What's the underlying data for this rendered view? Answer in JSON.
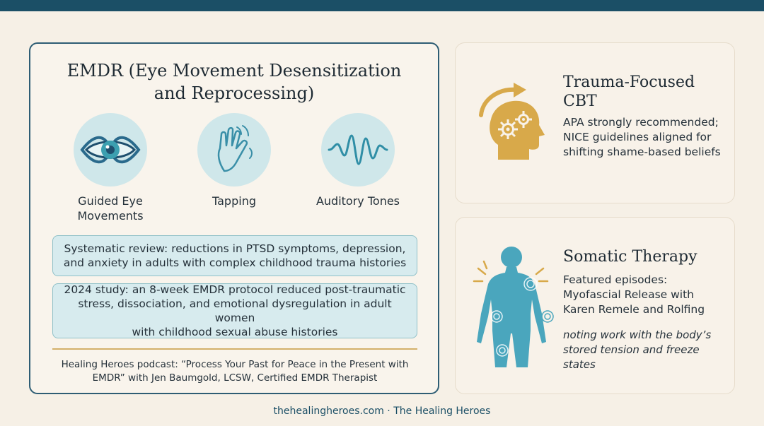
{
  "emdr": {
    "title_line1": "EMDR (Eye Movement Desensitization",
    "title_line2": "and Reprocessing)",
    "techniques": [
      {
        "label_line1": "Guided Eye",
        "label_line2": "Movements",
        "icon": "eye-icon"
      },
      {
        "label_line1": "Tapping",
        "label_line2": "",
        "icon": "tapping-hand-icon"
      },
      {
        "label_line1": "Auditory Tones",
        "label_line2": "",
        "icon": "sound-wave-icon"
      }
    ],
    "evidence": [
      {
        "line1": "Systematic review: reductions in PTSD symptoms, depression,",
        "line2": "and anxiety in adults with complex childhood trauma histories",
        "line3": ""
      },
      {
        "line1": "2024 study: an 8-week EMDR protocol reduced post-traumatic",
        "line2": "stress, dissociation, and emotional dysregulation in adult women",
        "line3": "with childhood sexual abuse histories"
      }
    ],
    "podcast_line1": "Healing Heroes podcast: “Process Your Past for Peace in the Present with",
    "podcast_line2": "EMDR” with Jen Baumgold, LCSW, Certified EMDR Therapist"
  },
  "cbt": {
    "title_line1": "Trauma-Focused",
    "title_line2": "CBT",
    "text_line1": "APA strongly recommended;",
    "text_line2": "NICE guidelines aligned for",
    "text_line3": "shifting shame-based beliefs",
    "icon": "head-gears-icon"
  },
  "somatic": {
    "title": "Somatic Therapy",
    "text_line1": "Featured episodes:",
    "text_line2": "Myofascial Release with",
    "text_line3": "Karen Remele and Rolfing",
    "note_line1": "noting work with the body’s",
    "note_line2": "stored tension and freeze states",
    "icon": "body-figure-icon"
  },
  "footer": "thehealingheroes.com · The Healing Heroes",
  "colors": {
    "topbar": "#1b4f66",
    "accent_teal": "#2a8fa3",
    "accent_gold": "#d8a94a",
    "circle_bg": "#cfe7ea"
  }
}
